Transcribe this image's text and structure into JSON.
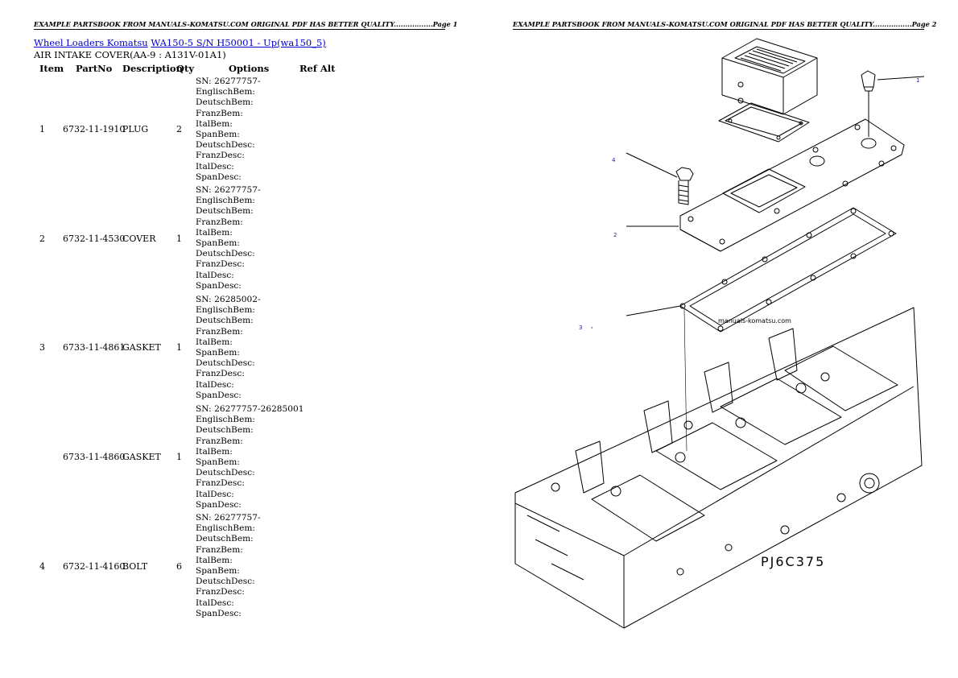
{
  "header": {
    "page1": "EXAMPLE PARTSBOOK FROM MANUALS-KOMATSU.COM ORIGINAL PDF HAS BETTER QUALITY.................Page 1",
    "page2": "EXAMPLE PARTSBOOK FROM MANUALS-KOMATSU.COM ORIGINAL PDF HAS BETTER QUALITY.................Page 2"
  },
  "breadcrumb": {
    "link1": "Wheel Loaders Komatsu",
    "link2": "WA150-5 S/N H50001 - Up(wa150_5)"
  },
  "section_title": "AIR INTAKE COVER(AA-9 : A131V-01A1)",
  "table": {
    "headers": {
      "item": "Item",
      "partno": "PartNo",
      "description": "Description",
      "qty": "Qty",
      "options": "Options",
      "refalt": "Ref Alt"
    },
    "rows": [
      {
        "item": "1",
        "partno": "6732-11-1910",
        "description": "PLUG",
        "qty": "2",
        "options": [
          "SN: 26277757-",
          "EnglischBem:",
          "DeutschBem:",
          "FranzBem:",
          "ItalBem:",
          "SpanBem:",
          "DeutschDesc:",
          "FranzDesc:",
          "ItalDesc:",
          "SpanDesc:"
        ]
      },
      {
        "item": "2",
        "partno": "6732-11-4530",
        "description": "COVER",
        "qty": "1",
        "options": [
          "SN: 26277757-",
          "EnglischBem:",
          "DeutschBem:",
          "FranzBem:",
          "ItalBem:",
          "SpanBem:",
          "DeutschDesc:",
          "FranzDesc:",
          "ItalDesc:",
          "SpanDesc:"
        ]
      },
      {
        "item": "3",
        "partno": "6733-11-4861",
        "description": "GASKET",
        "qty": "1",
        "options": [
          "SN: 26285002-",
          "EnglischBem:",
          "DeutschBem:",
          "FranzBem:",
          "ItalBem:",
          "SpanBem:",
          "DeutschDesc:",
          "FranzDesc:",
          "ItalDesc:",
          "SpanDesc:"
        ]
      },
      {
        "item": "",
        "partno": "6733-11-4860",
        "description": "GASKET",
        "qty": "1",
        "options": [
          "SN: 26277757-26285001",
          "EnglischBem:",
          "DeutschBem:",
          "FranzBem:",
          "ItalBem:",
          "SpanBem:",
          "DeutschDesc:",
          "FranzDesc:",
          "ItalDesc:",
          "SpanDesc:"
        ]
      },
      {
        "item": "4",
        "partno": "6732-11-4160",
        "description": "BOLT",
        "qty": "6",
        "options": [
          "SN: 26277757-",
          "EnglischBem:",
          "DeutschBem:",
          "FranzBem:",
          "ItalBem:",
          "SpanBem:",
          "DeutschDesc:",
          "FranzDesc:",
          "ItalDesc:",
          "SpanDesc:"
        ]
      }
    ]
  },
  "diagram": {
    "callouts": [
      "1",
      "2",
      "3",
      "4"
    ],
    "watermark": "manuals-komatsu.com",
    "drawing_code": "PJ6C375",
    "tick_mark": ","
  }
}
